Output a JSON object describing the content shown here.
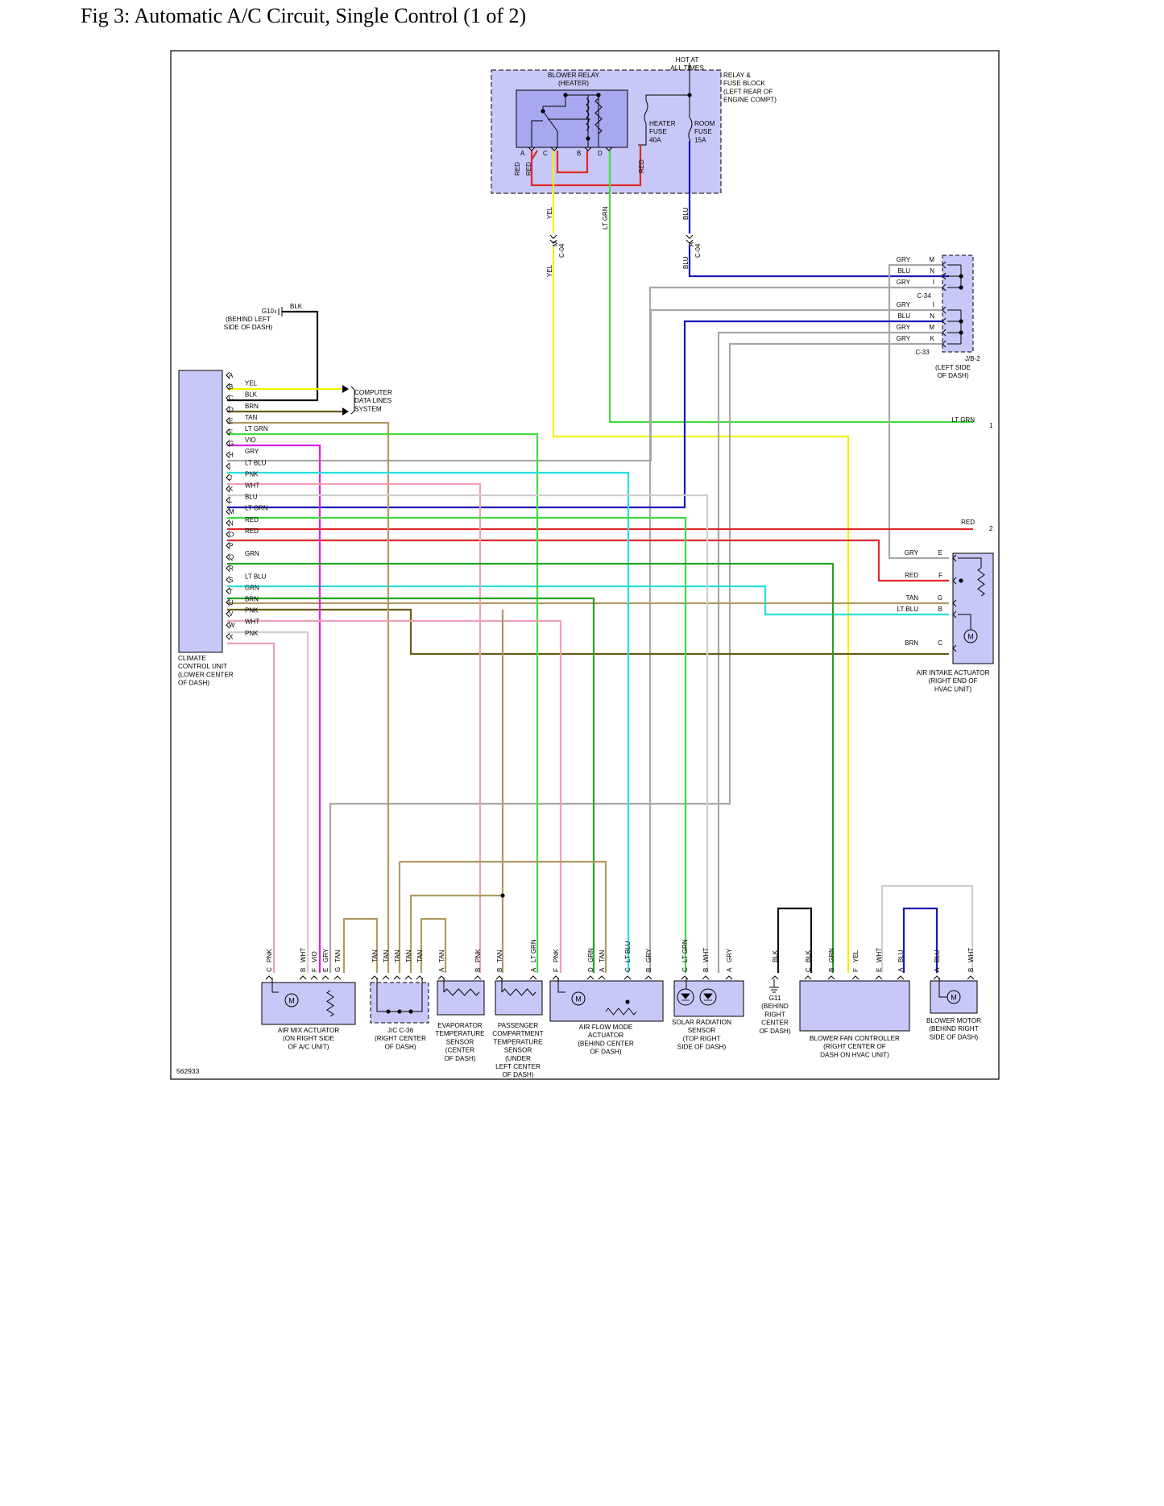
{
  "page": {
    "title": "Fig 3: Automatic A/C Circuit, Single Control (1 of 2)",
    "figure_id": "562933"
  },
  "colors": {
    "YEL": "#f2f200",
    "BLK": "#111111",
    "BRN": "#6b5a14",
    "TAN": "#b09a62",
    "LT GRN": "#3fdc3f",
    "VIO": "#e020e0",
    "GRY": "#a8a8a8",
    "LT BLU": "#28dede",
    "PNK": "#f0a0b4",
    "WHT": "#cfcfcf",
    "BLU": "#1818b4",
    "RED": "#e02828",
    "GRN": "#24a424",
    "fill": "#c8c8f8",
    "fill_dark": "#a8a8f0"
  },
  "ccu": {
    "label": [
      "CLIMATE",
      "CONTROL UNIT",
      "(LOWER CENTER",
      "OF DASH)"
    ],
    "pins": [
      {
        "pin": "A",
        "wire": ""
      },
      {
        "pin": "B",
        "wire": "YEL"
      },
      {
        "pin": "C",
        "wire": "BLK"
      },
      {
        "pin": "D",
        "wire": "BRN"
      },
      {
        "pin": "E",
        "wire": "TAN"
      },
      {
        "pin": "F",
        "wire": "LT GRN"
      },
      {
        "pin": "G",
        "wire": "VIO"
      },
      {
        "pin": "H",
        "wire": "GRY"
      },
      {
        "pin": "I",
        "wire": "LT BLU"
      },
      {
        "pin": "J",
        "wire": "PNK"
      },
      {
        "pin": "K",
        "wire": "WHT"
      },
      {
        "pin": "L",
        "wire": "BLU"
      },
      {
        "pin": "M",
        "wire": "LT GRN"
      },
      {
        "pin": "N",
        "wire": "RED"
      },
      {
        "pin": "O",
        "wire": "RED"
      },
      {
        "pin": "P",
        "wire": ""
      },
      {
        "pin": "Q",
        "wire": "GRN"
      },
      {
        "pin": "R",
        "wire": ""
      },
      {
        "pin": "S",
        "wire": "LT BLU"
      },
      {
        "pin": "T",
        "wire": "GRN"
      },
      {
        "pin": "U",
        "wire": "BRN"
      },
      {
        "pin": "V",
        "wire": "PNK"
      },
      {
        "pin": "W",
        "wire": "WHT"
      },
      {
        "pin": "X",
        "wire": "PNK"
      }
    ]
  },
  "ground_g10": {
    "name": "G10",
    "wire": "BLK",
    "label": [
      "(BEHIND LEFT",
      "SIDE OF DASH)"
    ]
  },
  "computer_data": {
    "label": [
      "COMPUTER",
      "DATA LINES",
      "SYSTEM"
    ]
  },
  "blower_relay": {
    "label": [
      "BLOWER RELAY",
      "(HEATER)"
    ],
    "pins": [
      "A",
      "C",
      "B",
      "D"
    ],
    "wires": [
      "RED",
      "RED",
      "RED"
    ]
  },
  "hot_at_all_times": [
    "HOT AT",
    "ALL TIMES"
  ],
  "relay_fuse_block": {
    "label": [
      "RELAY &",
      "FUSE BLOCK",
      "(LEFT REAR OF",
      "ENGINE COMPT)"
    ]
  },
  "heater_fuse": {
    "label": [
      "HEATER",
      "FUSE",
      "40A"
    ]
  },
  "room_fuse": {
    "label": [
      "ROOM",
      "FUSE",
      "15A"
    ]
  },
  "c04": {
    "name": "C-04",
    "pins": [
      "M",
      "A"
    ],
    "wires": [
      "YEL",
      "YEL",
      "LT GRN",
      "BLU",
      "BLU"
    ]
  },
  "jb2": {
    "name": "J/B-2",
    "label": [
      "(LEFT SIDE",
      "OF DASH)"
    ],
    "c34": {
      "name": "C-34",
      "rows": [
        {
          "wire": "GRY",
          "pin": "M"
        },
        {
          "wire": "BLU",
          "pin": "N"
        },
        {
          "wire": "GRY",
          "pin": "I"
        }
      ]
    },
    "c33": {
      "name": "C-33",
      "rows": [
        {
          "wire": "GRY",
          "pin": "I"
        },
        {
          "wire": "BLU",
          "pin": "N"
        },
        {
          "wire": "GRY",
          "pin": "M"
        },
        {
          "wire": "GRY",
          "pin": "K"
        }
      ]
    }
  },
  "offpage": [
    {
      "wire": "LT GRN",
      "ref": "1"
    },
    {
      "wire": "RED",
      "ref": "2"
    }
  ],
  "air_intake": {
    "label": [
      "AIR INTAKE ACTUATOR",
      "(RIGHT END OF",
      "HVAC UNIT)"
    ],
    "rows": [
      {
        "wire": "GRY",
        "pin": "E"
      },
      {
        "wire": "RED",
        "pin": "F"
      },
      {
        "wire": "TAN",
        "pin": "G"
      },
      {
        "wire": "LT BLU",
        "pin": "B"
      },
      {
        "wire": "BRN",
        "pin": "C"
      }
    ]
  },
  "bottom_wires": {
    "air_mix": [
      {
        "w": "PNK",
        "p": "C"
      },
      {
        "w": "WHT",
        "p": "B"
      },
      {
        "w": "VIO",
        "p": "F"
      },
      {
        "w": "GRY",
        "p": "E"
      },
      {
        "w": "TAN",
        "p": "G"
      }
    ],
    "jc": [
      {
        "w": "TAN"
      },
      {
        "w": "TAN"
      },
      {
        "w": "TAN"
      },
      {
        "w": "TAN"
      },
      {
        "w": "TAN"
      }
    ],
    "evap": [
      {
        "w": "TAN",
        "p": "A"
      },
      {
        "w": "PNK",
        "p": "B"
      }
    ],
    "pass": [
      {
        "w": "TAN",
        "p": "B"
      },
      {
        "w": "LT GRN",
        "p": "A"
      }
    ],
    "afm": [
      {
        "w": "PNK",
        "p": "F"
      },
      {
        "w": "GRN",
        "p": "D"
      },
      {
        "w": "TAN",
        "p": "A"
      },
      {
        "w": "LT BLU",
        "p": "C"
      },
      {
        "w": "GRY",
        "p": "B"
      }
    ],
    "solar": [
      {
        "w": "LT GRN",
        "p": "C"
      },
      {
        "w": "WHT",
        "p": "B"
      },
      {
        "w": "GRY",
        "p": "A"
      }
    ],
    "g11": [
      {
        "w": "BLK"
      }
    ],
    "bfc": [
      {
        "w": "BLK",
        "p": "C"
      },
      {
        "w": "GRN",
        "p": "B"
      },
      {
        "w": "YEL",
        "p": "F"
      },
      {
        "w": "WHT",
        "p": "E"
      },
      {
        "w": "BLU",
        "p": "A"
      }
    ],
    "bmotor": [
      {
        "w": "BLU",
        "p": "A"
      },
      {
        "w": "WHT",
        "p": "B"
      }
    ]
  },
  "components": {
    "air_mix": [
      "AIR MIX ACTUATOR",
      "(ON RIGHT SIDE",
      "OF A/C UNIT)"
    ],
    "jc_c36": [
      "J/C C-36",
      "(RIGHT CENTER",
      "OF DASH)"
    ],
    "evap": [
      "EVAPORATOR",
      "TEMPERATURE",
      "SENSOR",
      "(CENTER",
      "OF DASH)"
    ],
    "pass": [
      "PASSENGER",
      "COMPARTMENT",
      "TEMPERATURE",
      "SENSOR",
      "(UNDER",
      "LEFT CENTER",
      "OF DASH)"
    ],
    "afm": [
      "AIR FLOW MODE",
      "ACTUATOR",
      "(BEHIND CENTER",
      "OF DASH)"
    ],
    "solar": [
      "SOLAR RADIATION",
      "SENSOR",
      "(TOP RIGHT",
      "SIDE OF DASH)"
    ],
    "g11": [
      "G11",
      "(BEHIND",
      "RIGHT",
      "CENTER",
      "OF DASH)"
    ],
    "bfc": [
      "BLOWER FAN CONTROLLER",
      "(RIGHT CENTER OF",
      "DASH ON HVAC UNIT)"
    ],
    "bmotor": [
      "BLOWER MOTOR",
      "(BEHIND RIGHT",
      "SIDE OF DASH)"
    ]
  }
}
